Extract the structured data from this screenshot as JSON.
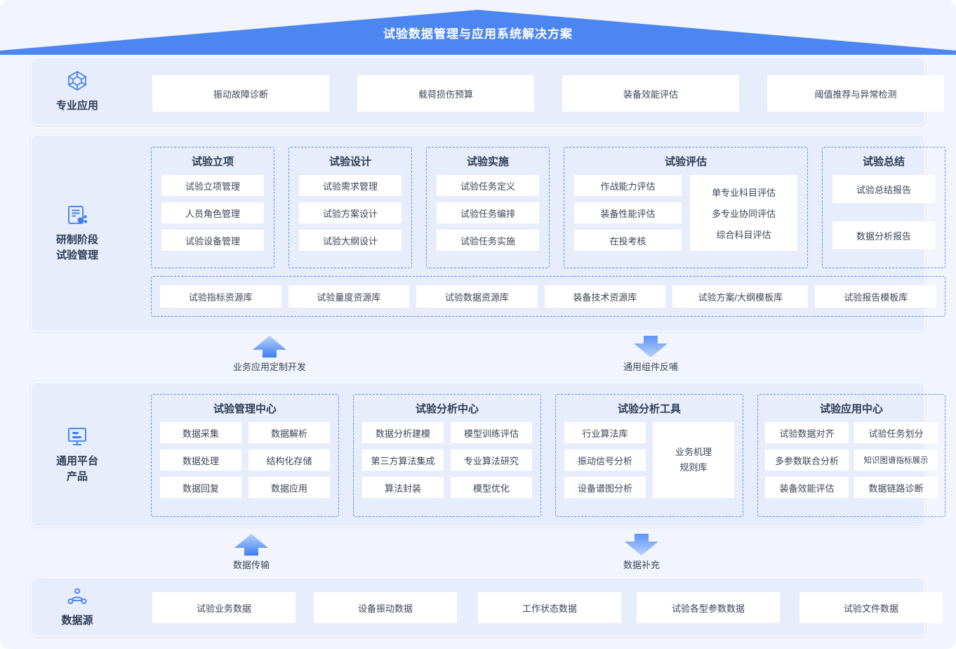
{
  "banner": {
    "title": "试验数据管理与应用系统解决方案",
    "color": "#4C86F0"
  },
  "rows": {
    "professional": {
      "label": "专业应用",
      "icon": "cube-diamond-icon",
      "cards": [
        "振动故障诊断",
        "载荷损伤预算",
        "装备效能评估",
        "阈值推荐与异常检测"
      ]
    },
    "development": {
      "label_line1": "研制阶段",
      "label_line2": "试验管理",
      "icon": "document-analysis-icon",
      "groups": [
        {
          "title": "试验立项",
          "items": [
            "试验立项管理",
            "人员角色管理",
            "试验设备管理"
          ]
        },
        {
          "title": "试验设计",
          "items": [
            "试验需求管理",
            "试验方案设计",
            "试验大纲设计"
          ]
        },
        {
          "title": "试验实施",
          "items": [
            "试验任务定义",
            "试验任务编排",
            "试验任务实施"
          ]
        },
        {
          "title": "试验评估",
          "left_items": [
            "作战能力评估",
            "装备性能评估",
            "在投考核"
          ],
          "right_items": [
            "单专业科目评估",
            "多专业协同评估",
            "综合科目评估"
          ]
        },
        {
          "title": "试验总结",
          "items": [
            "试验总结报告",
            "数据分析报告"
          ]
        }
      ],
      "resource_libraries": [
        "试验指标资源库",
        "试验量度资源库",
        "试验数据资源库",
        "装备技术资源库",
        "试验方案/大纲模板库",
        "试验报告模板库"
      ]
    },
    "platform": {
      "label_line1": "通用平台",
      "label_line2": "产品",
      "icon": "monitor-icon",
      "groups": [
        {
          "title": "试验管理中心",
          "left_items": [
            "数据采集",
            "数据处理",
            "数据回复"
          ],
          "right_items": [
            "数据解析",
            "结构化存储",
            "数据应用"
          ]
        },
        {
          "title": "试验分析中心",
          "left_items": [
            "数据分析建模",
            "第三方算法集成",
            "算法封装"
          ],
          "right_items": [
            "模型训练评估",
            "专业算法研究",
            "模型优化"
          ]
        },
        {
          "title": "试验分析工具",
          "left_items": [
            "行业算法库",
            "振动信号分析",
            "设备谱图分析"
          ],
          "right_tall": "业务机理\n规则库"
        },
        {
          "title": "试验应用中心",
          "left_items": [
            "试验数据对齐",
            "多参数联合分析",
            "装备效能评估"
          ],
          "right_items": [
            "试验任务划分",
            "知识图谱指标展示",
            "数据链路诊断"
          ]
        }
      ]
    },
    "datasource": {
      "label": "数据源",
      "icon": "network-nodes-icon",
      "cards": [
        "试验业务数据",
        "设备振动数据",
        "工作状态数据",
        "试验各型参数数据",
        "试验文件数据"
      ]
    }
  },
  "arrows": [
    {
      "id": "arrow-up-business",
      "direction": "up",
      "label": "业务应用定制开发"
    },
    {
      "id": "arrow-down-component",
      "direction": "down",
      "label": "通用组件反哺"
    },
    {
      "id": "arrow-up-datatransfer",
      "direction": "up",
      "label": "数据传输"
    },
    {
      "id": "arrow-down-datasupplement",
      "direction": "down",
      "label": "数据补充"
    }
  ]
}
